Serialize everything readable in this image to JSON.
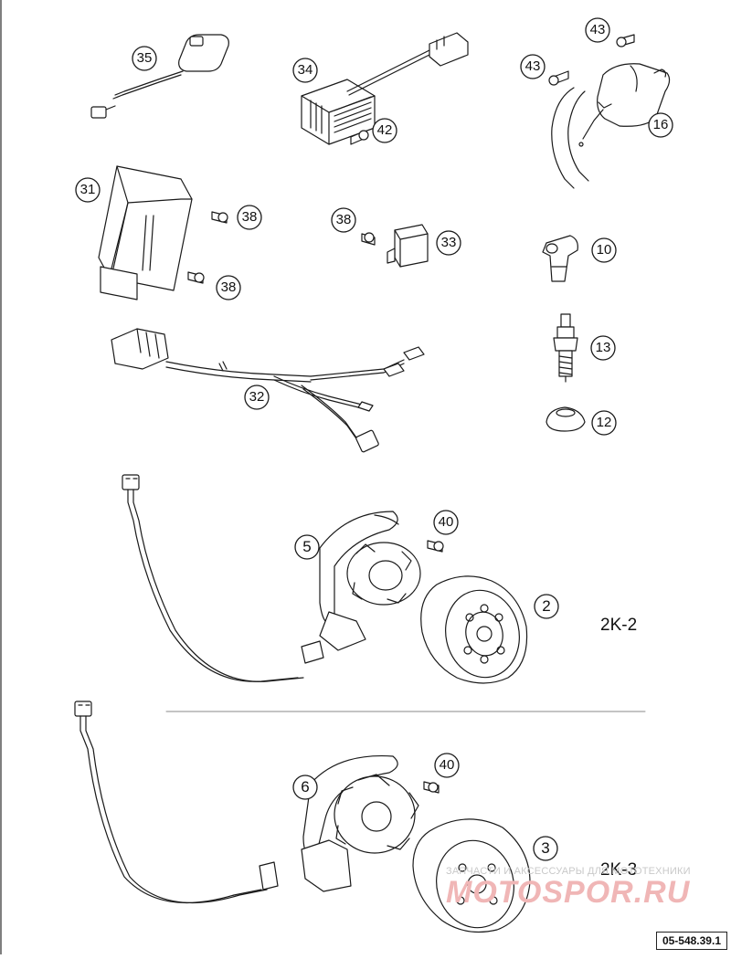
{
  "callouts": {
    "c35": "35",
    "c34": "34",
    "c43a": "43",
    "c43b": "43",
    "c16": "16",
    "c42": "42",
    "c31": "31",
    "c38a": "38",
    "c38b": "38",
    "c38c": "38",
    "c33": "33",
    "c10": "10",
    "c13": "13",
    "c12": "12",
    "c32": "32",
    "c40a": "40",
    "c5": "5",
    "c2": "2",
    "c40b": "40",
    "c6": "6",
    "c3": "3"
  },
  "sections": {
    "upper": "2K-2",
    "lower": "2K-3"
  },
  "watermark": {
    "line1": "ЗАПЧАСТИ И АКСЕССУАРЫ ДЛЯ МОТОТЕХНИКИ",
    "brand": "MOTOSPOR.RU"
  },
  "document_number": "05-548.39.1",
  "colors": {
    "ink": "#1a1a1a",
    "watermark_brand": "#f0b6b6"
  }
}
